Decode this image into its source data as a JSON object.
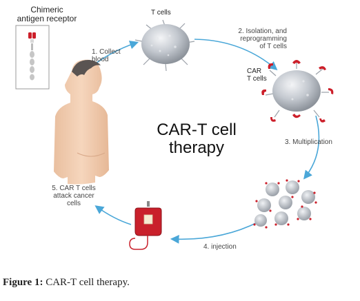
{
  "diagram": {
    "title_line1": "CAR-T cell",
    "title_line2": "therapy",
    "receptor_label_line1": "Chimeric",
    "receptor_label_line2": "antigen receptor",
    "tcells_label": "T cells",
    "car_tcells_line1": "CAR",
    "car_tcells_line2": "T cells",
    "steps": {
      "collect_line1": "1. Collect",
      "collect_line2": "blood",
      "isolation_line1": "2. Isolation, and",
      "isolation_line2": "reprogramming",
      "isolation_line3": "of T cells",
      "multiplication": "3. Multiplication",
      "injection": "4. injection",
      "attack_line1": "5. CAR T cells",
      "attack_line2": "attack cancer",
      "attack_line3": "cells"
    },
    "colors": {
      "arrow": "#4aa7d8",
      "receptor_red": "#cc1f2a",
      "cell_gray": "#b9bfc7",
      "skin": "#f2cfb3"
    }
  },
  "caption": {
    "label": "Figure 1:",
    "text": "CAR-T cell therapy."
  }
}
